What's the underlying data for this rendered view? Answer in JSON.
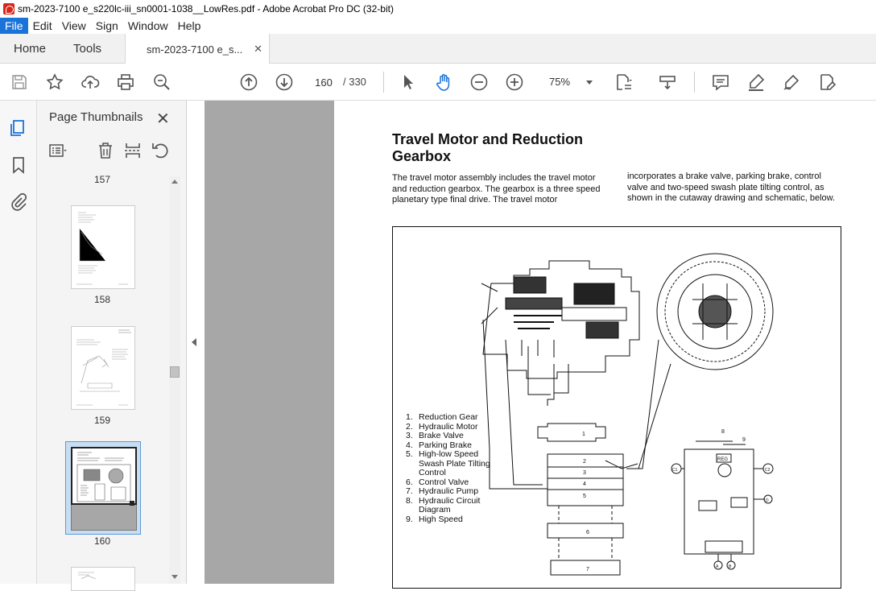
{
  "window": {
    "title": "sm-2023-7100 e_s220lc-iii_sn0001-1038__LowRes.pdf - Adobe Acrobat Pro DC (32-bit)"
  },
  "menu": [
    "File",
    "Edit",
    "View",
    "Sign",
    "Window",
    "Help"
  ],
  "tabs": {
    "home": "Home",
    "tools": "Tools",
    "document": "sm-2023-7100 e_s..."
  },
  "toolbar": {
    "current_page": "160",
    "total_pages": "/ 330",
    "zoom": "75%"
  },
  "panel": {
    "title": "Page Thumbnails",
    "thumbnails": [
      {
        "label": "157"
      },
      {
        "label": "158"
      },
      {
        "label": "159"
      },
      {
        "label": "160"
      }
    ]
  },
  "document": {
    "title": "Travel Motor and Reduction Gearbox",
    "para_left": "The travel motor assembly includes the travel motor and reduction gearbox. The gearbox is a three speed planetary type final drive. The travel motor",
    "para_right": "incorporates a brake valve, parking brake, control valve and two-speed swash plate tilting control, as shown in the cutaway drawing and schematic, below.",
    "legend": [
      {
        "num": "1.",
        "text": "Reduction Gear"
      },
      {
        "num": "2.",
        "text": "Hydraulic Motor"
      },
      {
        "num": "3.",
        "text": "Brake Valve"
      },
      {
        "num": "4.",
        "text": "Parking Brake"
      },
      {
        "num": "5.",
        "text": "High-low Speed"
      },
      {
        "num": "",
        "text": "Swash Plate Tilting"
      },
      {
        "num": "",
        "text": "Control"
      },
      {
        "num": "6.",
        "text": "Control Valve"
      },
      {
        "num": "7.",
        "text": "Hydraulic Pump"
      },
      {
        "num": "8.",
        "text": "Hydraulic Circuit"
      },
      {
        "num": "",
        "text": "Diagram"
      },
      {
        "num": "9.",
        "text": "High Speed"
      }
    ],
    "stack_labels": [
      "1",
      "2",
      "3",
      "4",
      "5",
      "6",
      "7"
    ],
    "schematic_labels": {
      "top_a": "8",
      "top_b": "9",
      "ports_left": "C1",
      "ports_right": "C2",
      "bottom_a": "A",
      "bottom_b": "B",
      "right_d": "D",
      "box": "REG"
    }
  },
  "colors": {
    "menu_active": "#1a73d9",
    "doc_background": "#a7a7a7",
    "acrobat_red": "#d7281c"
  }
}
